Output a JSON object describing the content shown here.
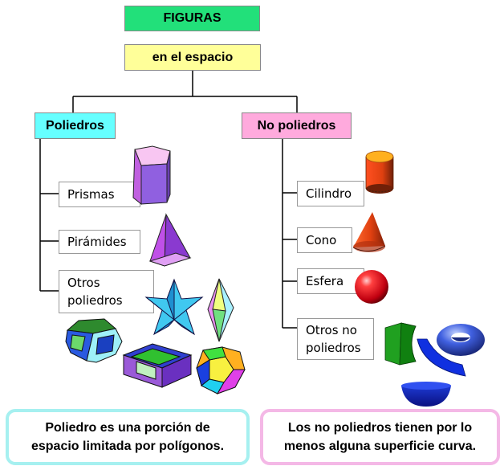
{
  "title": "FIGURAS",
  "subtitle": "en el espacio",
  "poliedros": {
    "label": "Poliedros",
    "items": [
      "Prismas",
      "Pirámides"
    ],
    "otros": [
      "Otros",
      "poliedros"
    ],
    "note": [
      "Poliedro es una porción de",
      "espacio limitada por polígonos."
    ]
  },
  "no_poliedros": {
    "label": "No poliedros",
    "items": [
      "Cilindro",
      "Cono",
      "Esfera"
    ],
    "otros": [
      "Otros no",
      "poliedros"
    ],
    "note": [
      "Los no poliedros tienen por lo",
      "menos alguna superficie curva."
    ]
  },
  "colors": {
    "title_bg": "#22e07a",
    "subtitle_bg": "#ffff99",
    "poliedros_bg": "#66ffff",
    "no_poliedros_bg": "#ffaadd"
  },
  "icons": [
    "prism-icon",
    "pyramid-icon",
    "star-polyhedron-icon",
    "bipyramid-icon",
    "truncated-octahedron-icon",
    "rhombic-polyhedron-icon",
    "dodecahedron-icon",
    "cylinder-icon",
    "cone-icon",
    "sphere-icon",
    "curved-wedge-icon",
    "torus-icon",
    "curved-sheet-icon",
    "hemisphere-icon"
  ]
}
